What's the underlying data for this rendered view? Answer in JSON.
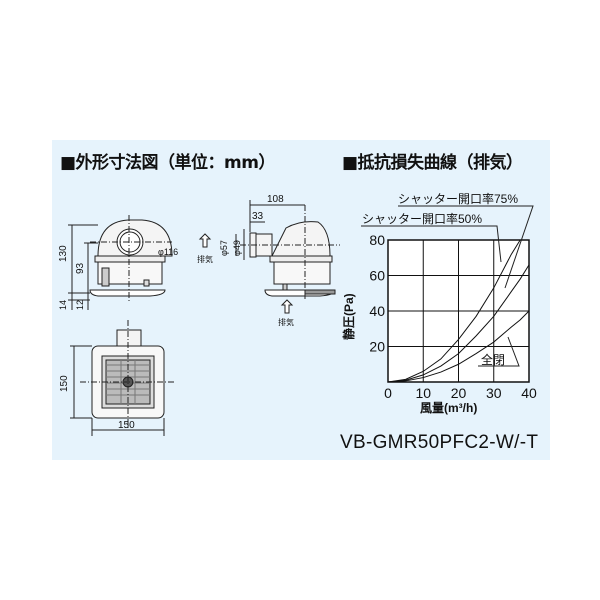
{
  "left_section": {
    "title": "■外形寸法図（単位：mm）",
    "dimensions": {
      "front_height_total": "130",
      "front_height_body": "93",
      "flange_14": "14",
      "flange_12": "12",
      "duct_diameter": "φ116",
      "side_depth": "108",
      "side_duct_length": "33",
      "side_outer_diameter": "φ57",
      "side_inner_diameter": "φ49",
      "bottom_height": "150",
      "bottom_width": "150"
    },
    "labels": {
      "exhaust_side": "排気",
      "exhaust_bottom": "排気"
    }
  },
  "right_section": {
    "title": "■抵抗損失曲線（排気）"
  },
  "model_number": "VB-GMR50PFC2-W/-T",
  "chart_data": {
    "type": "line",
    "title": "抵抗損失曲線（排気）",
    "xlabel": "風量(m³/h)",
    "ylabel": "静圧(Pa)",
    "xlim": [
      0,
      40
    ],
    "ylim": [
      0,
      80
    ],
    "xticks": [
      "0",
      "10",
      "20",
      "30",
      "40"
    ],
    "yticks": [
      "20",
      "40",
      "60",
      "80"
    ],
    "grid": true,
    "x": [
      0,
      5,
      10,
      15,
      20,
      25,
      30,
      35,
      37.5,
      40
    ],
    "series": [
      {
        "name": "シャッター開口率50%",
        "values": [
          0,
          1.5,
          6,
          13,
          24,
          37,
          53,
          72,
          80,
          null
        ]
      },
      {
        "name": "シャッター開口率75%",
        "values": [
          0,
          1,
          4,
          9,
          16,
          26,
          37,
          51,
          58,
          66
        ]
      },
      {
        "name": "全閉",
        "values": [
          0,
          0.6,
          2.5,
          5.6,
          10,
          16,
          22.5,
          31,
          35,
          40
        ]
      }
    ],
    "color": "#111111"
  }
}
